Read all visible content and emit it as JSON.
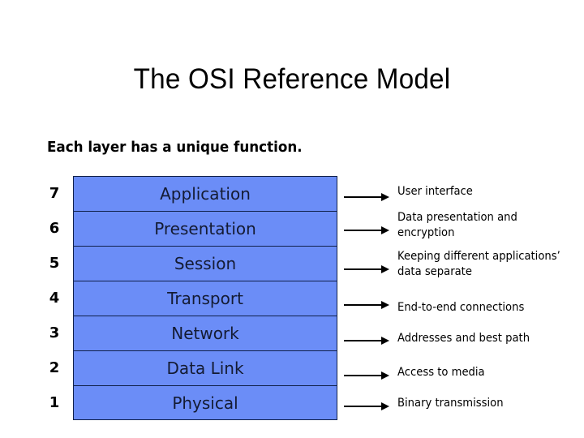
{
  "slide": {
    "title": "The OSI Reference Model",
    "subtitle": "Each layer has a unique function.",
    "background_color": "#ffffff",
    "layer_fill_color": "#6B8DF7",
    "layer_border_color": "#10204a",
    "text_color": "#000000"
  },
  "layers": [
    {
      "number": "7",
      "name": "Application",
      "function": "User interface"
    },
    {
      "number": "6",
      "name": "Presentation",
      "function": "Data presentation and encryption"
    },
    {
      "number": "5",
      "name": "Session",
      "function": "Keeping different applications’ data separate"
    },
    {
      "number": "4",
      "name": "Transport",
      "function": "End-to-end connections"
    },
    {
      "number": "3",
      "name": "Network",
      "function": "Addresses and best path"
    },
    {
      "number": "2",
      "name": "Data Link",
      "function": "Access to media"
    },
    {
      "number": "1",
      "name": "Physical",
      "function": "Binary transmission"
    }
  ]
}
